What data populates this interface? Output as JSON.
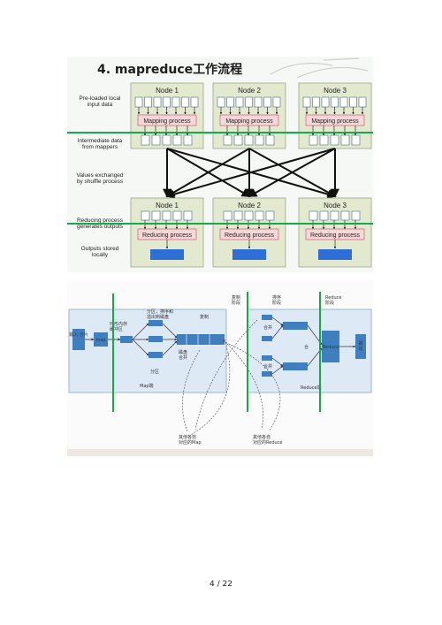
{
  "slide1": {
    "title": "4. mapreduce工作流程",
    "row_labels": {
      "input": "Pre-loaded local\ninput data",
      "intermediate": "Intermediate data\nfrom mappers",
      "shuffle": "Values exchanged\nby shuffle process",
      "reducing": "Reducing process\ngenerates outputs",
      "outputs": "Outputs stored\nlocally"
    },
    "nodes": [
      "Node 1",
      "Node 2",
      "Node 3"
    ],
    "mapping_label": "Mapping process",
    "reducing_label": "Reducing process",
    "colors": {
      "node_bg": "#e3e9cf",
      "process_bg": "#f7d8d8",
      "output_block": "#2d6fd6",
      "divider": "#17a84a"
    }
  },
  "slide2": {
    "copy_phase": "复制\n阶段",
    "sort_phase": "排序\n阶段",
    "reduce_phase": "Reduce\n阶段",
    "input_split": "输入\n分片",
    "map_label": "map",
    "buffer": "环形内存\n缓冲区",
    "partition_sort": "分区，排序和\n溢出到磁盘",
    "partition": "分区",
    "disk_merge": "磁盘\n合并",
    "copy": "复制",
    "merge": "合并",
    "merge_single": "合",
    "reduce_label": "Reduce",
    "output": "输\n出",
    "map_side": "Map端",
    "reduce_side": "Reduce端",
    "other_map": "其他各自\n对应的Map",
    "other_reduce": "其他各自\n对应的Reduce",
    "colors": {
      "panel_bg": "#dde9f5",
      "block": "#3f7fbf",
      "divider": "#17a84a"
    }
  },
  "footer": {
    "page": "4  /  22"
  }
}
